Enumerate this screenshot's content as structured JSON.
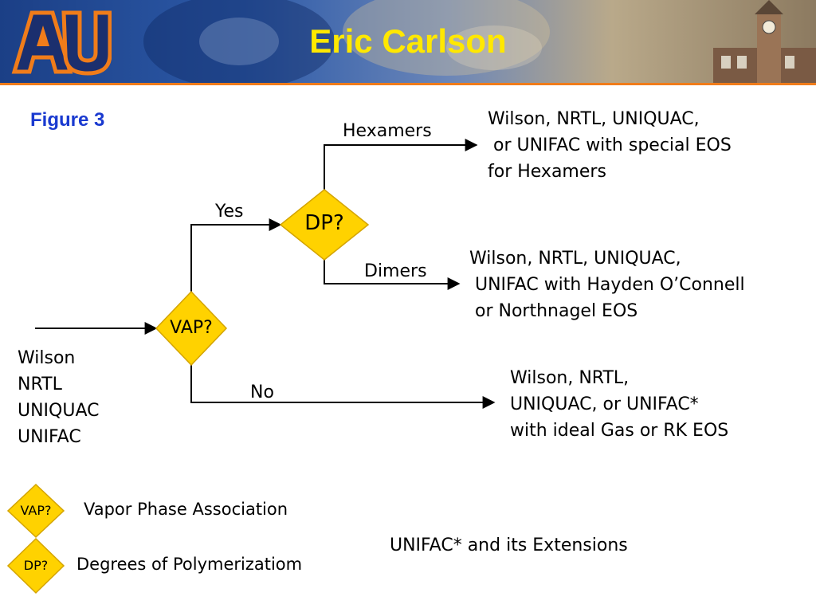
{
  "header": {
    "title": "Eric Carlson",
    "logo_text": "AU"
  },
  "figure_label": "Figure 3",
  "nodes": {
    "vap": "VAP?",
    "dp": "DP?"
  },
  "branch_labels": {
    "yes": "Yes",
    "no": "No",
    "hexamers": "Hexamers",
    "dimers": "Dimers"
  },
  "input_models": [
    "Wilson",
    "NRTL",
    "UNIQUAC",
    "UNIFAC"
  ],
  "outcomes": {
    "hexamers": [
      "Wilson, NRTL, UNIQUAC,",
      " or UNIFAC with special EOS",
      "for Hexamers"
    ],
    "dimers": [
      "Wilson, NRTL, UNIQUAC,",
      " UNIFAC with Hayden O’Connell",
      " or Northnagel EOS"
    ],
    "no": [
      "Wilson, NRTL,",
      "UNIQUAC, or UNIFAC*",
      "with ideal Gas or RK EOS"
    ]
  },
  "legend": {
    "vap_symbol": "VAP?",
    "vap_text": "Vapor Phase Association",
    "dp_symbol": "DP?",
    "dp_text": "Degrees of Polymerizatiom"
  },
  "footnote": "UNIFAC* and its Extensions",
  "colors": {
    "diamond_fill": "#ffd200",
    "title_yellow": "#ffe800",
    "figure_blue": "#1a3ad0",
    "header_blue": "#1b3f86",
    "accent_orange": "#f07c1a"
  }
}
